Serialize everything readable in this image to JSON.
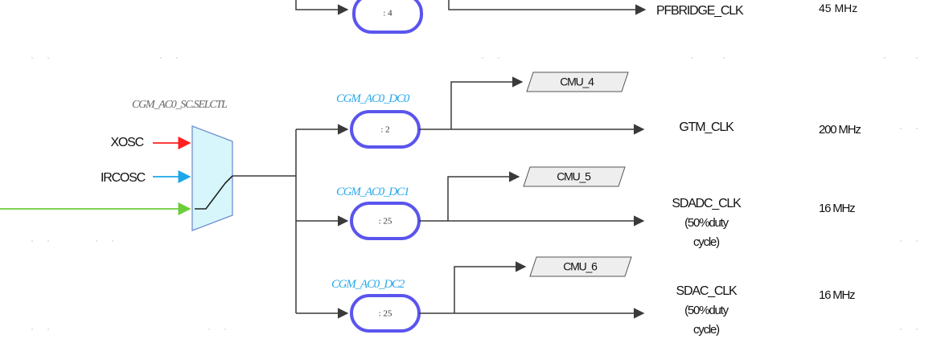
{
  "colors": {
    "line": "#3a3a3a",
    "divider_oval": "#5a55ee",
    "divider_label": "#29a8e8",
    "mux_fill": "#d6f6fb",
    "mux_stroke": "#6f8fd0",
    "xosc_arrow": "#ff2020",
    "ircosc_arrow": "#1ea7e6",
    "input_line": "#6ccd3a",
    "cmu_fill": "#eeeeee"
  },
  "top": {
    "divider": ": 4",
    "clock": "PFBRIDGE_CLK",
    "freq": "45 MHz"
  },
  "mux": {
    "title": "CGM_AC0_SC.SELCTL",
    "inputs": [
      "XOSC",
      "IRCOSC"
    ]
  },
  "dividers": [
    {
      "label": "CGM_AC0_DC0",
      "ratio": ": 2",
      "cmu": "CMU_4",
      "clock_lines": [
        "GTM_CLK"
      ],
      "freq": "200 MHz"
    },
    {
      "label": "CGM_AC0_DC1",
      "ratio": ": 25",
      "cmu": "CMU_5",
      "clock_lines": [
        "SDADC_CLK",
        "(50%duty",
        "cycle)"
      ],
      "freq": "16 MHz"
    },
    {
      "label": "CGM_AC0_DC2",
      "ratio": ": 25",
      "cmu": "CMU_6",
      "clock_lines": [
        "SDAC_CLK",
        "(50%duty",
        "cycle)"
      ],
      "freq": "16 MHz"
    }
  ]
}
